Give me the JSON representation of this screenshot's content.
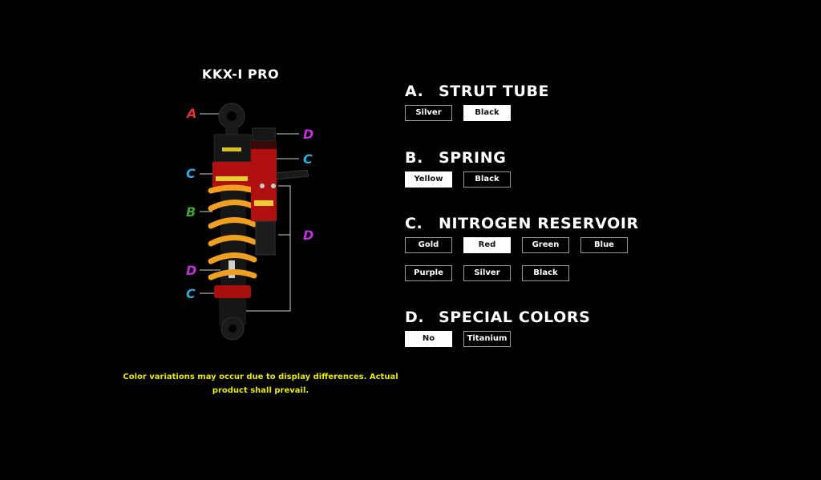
{
  "product": {
    "title": "KKX-I PRO",
    "disclaimer": "Color variations may occur due to display differences. Actual product shall prevail."
  },
  "diagram": {
    "labels": [
      {
        "letter": "A",
        "part": "top-eye",
        "color": "#e03030"
      },
      {
        "letter": "C",
        "part": "upper-body",
        "color": "#2aa8e0"
      },
      {
        "letter": "B",
        "part": "spring",
        "color": "#3aa830"
      },
      {
        "letter": "D",
        "part": "spring-rod",
        "color": "#c030d8"
      },
      {
        "letter": "C",
        "part": "lower-collar",
        "color": "#2aa8e0"
      },
      {
        "letter": "D",
        "part": "reservoir-cap",
        "color": "#c030d8"
      },
      {
        "letter": "C",
        "part": "reservoir",
        "color": "#2aa8e0"
      },
      {
        "letter": "D",
        "part": "adjusters",
        "color": "#c030d8"
      }
    ],
    "colors": {
      "spring": "#f0a020",
      "body": "#b01010",
      "black": "#1a1a1a"
    }
  },
  "sections": [
    {
      "letter": "A.",
      "title": "STRUT TUBE",
      "options": [
        "Silver",
        "Black"
      ],
      "selected": "Black"
    },
    {
      "letter": "B.",
      "title": "SPRING",
      "options": [
        "Yellow",
        "Black"
      ],
      "selected": "Yellow"
    },
    {
      "letter": "C.",
      "title": "NITROGEN RESERVOIR",
      "options": [
        "Gold",
        "Red",
        "Green",
        "Blue",
        "Purple",
        "Silver",
        "Black"
      ],
      "selected": "Red"
    },
    {
      "letter": "D.",
      "title": "SPECIAL COLORS",
      "options": [
        "No",
        "Titanium"
      ],
      "selected": "No"
    }
  ]
}
